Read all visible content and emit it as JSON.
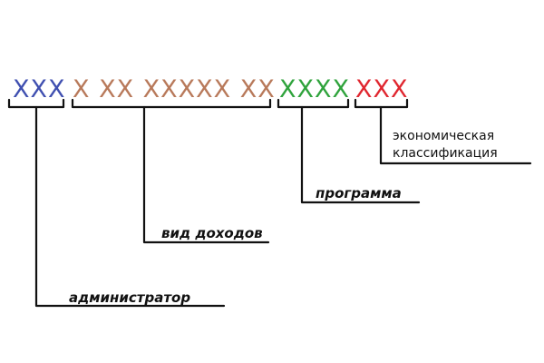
{
  "code": {
    "groups": [
      {
        "id": "admin",
        "text": "XXX",
        "color": "#3f4fb0"
      },
      {
        "id": "income",
        "text": "X XX XXXXX XX",
        "color": "#b8795a"
      },
      {
        "id": "program",
        "text": "XXXX",
        "color": "#2fa33c"
      },
      {
        "id": "econ",
        "text": "XXX",
        "color": "#e0262f"
      }
    ]
  },
  "labels": {
    "admin": "администратор",
    "income": "вид доходов",
    "program": "программа",
    "econ_line1": "экономическая",
    "econ_line2": "классификация"
  }
}
